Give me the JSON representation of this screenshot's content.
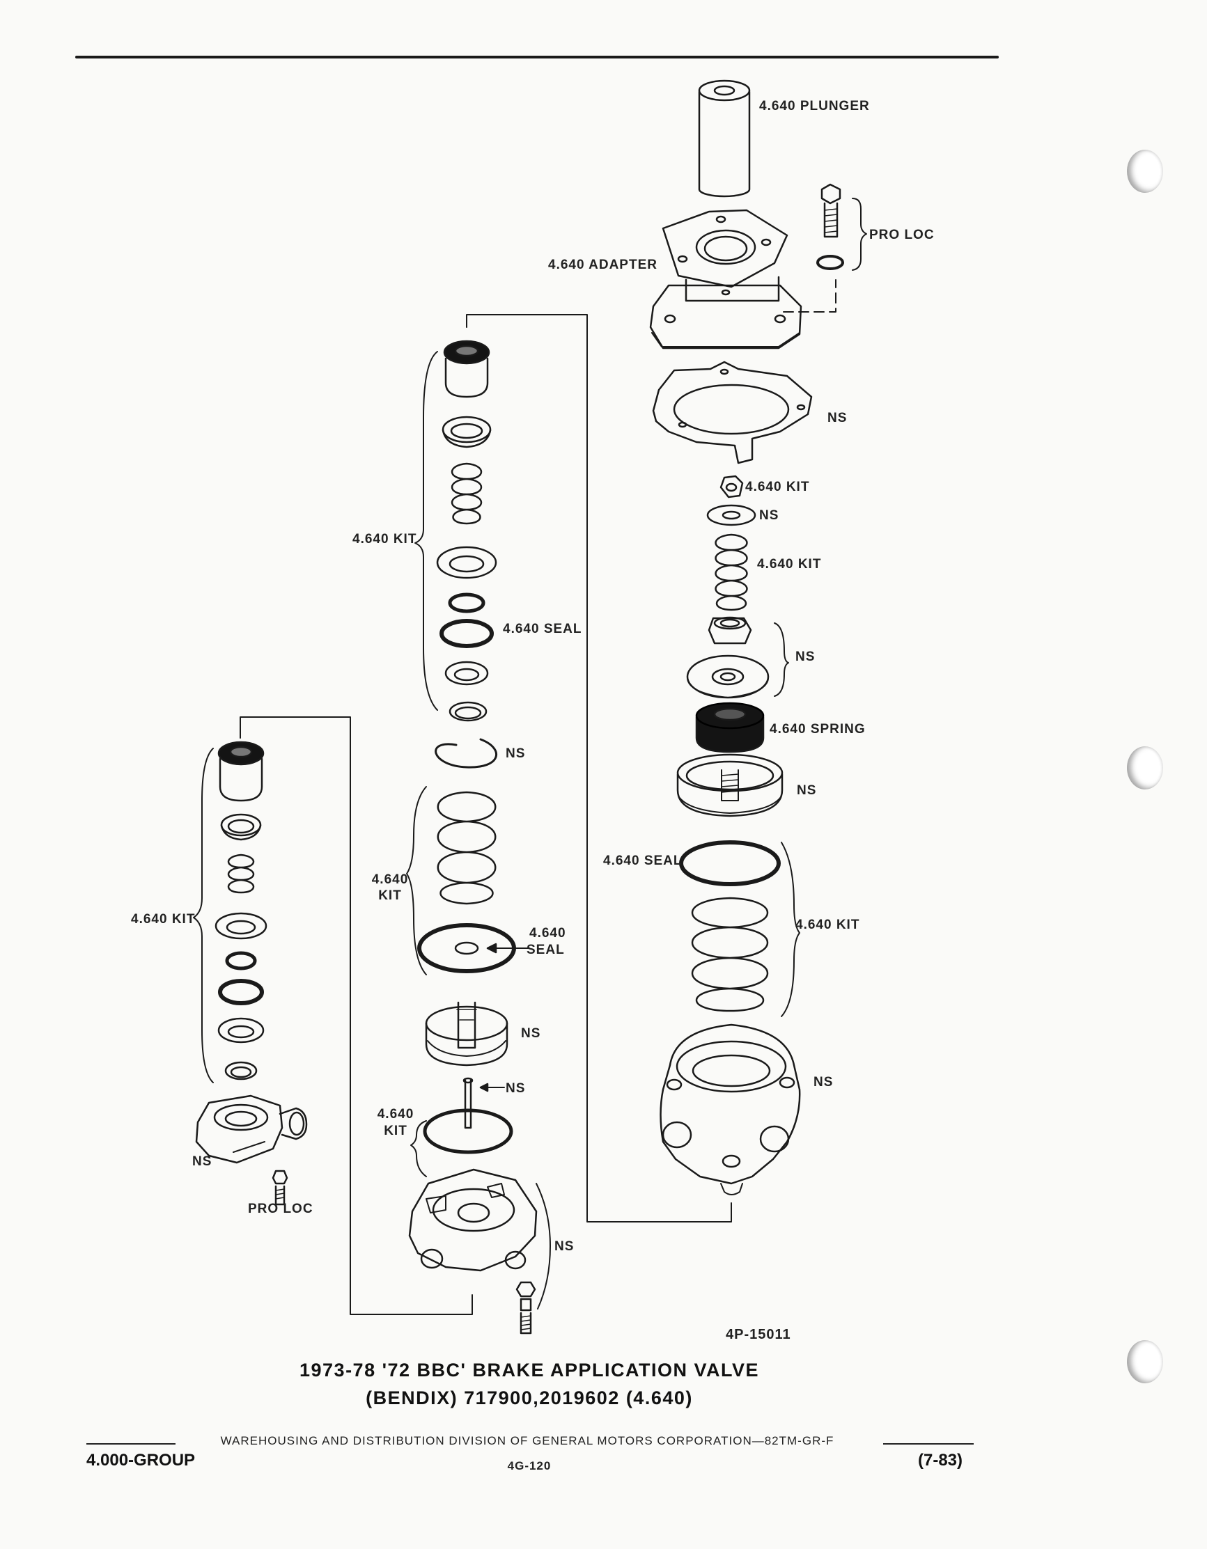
{
  "labels": {
    "plunger": "4.640 PLUNGER",
    "pro_loc_top": "PRO LOC",
    "adapter": "4.640 ADAPTER",
    "ns_plate": "NS",
    "kit_nut": "4.640 KIT",
    "ns_washer": "NS",
    "kit_spring_small": "4.640 KIT",
    "ns_piston_group": "NS",
    "spring_right": "4.640 SPRING",
    "ns_cup": "NS",
    "seal_right": "4.640 SEAL",
    "kit_spring_large": "4.640 KIT",
    "ns_body_right": "NS",
    "kit_middle": "4.640 KIT",
    "seal_middle": "4.640 SEAL",
    "ns_snap_ring": "NS",
    "kit_middle_spring_1": "4.640",
    "kit_middle_spring_2": "KIT",
    "seal_middle_lower_1": "4.640",
    "seal_middle_lower_2": "SEAL",
    "ns_middle_piston": "NS",
    "ns_valve_stem": "NS",
    "kit_middle_valve_1": "4.640",
    "kit_middle_valve_2": "KIT",
    "ns_body_middle": "NS",
    "kit_left": "4.640 KIT",
    "ns_cover_left": "NS",
    "pro_loc_left": "PRO LOC"
  },
  "figure_id": "4P-15011",
  "title_line1": "1973-78 '72 BBC' BRAKE APPLICATION VALVE",
  "title_line2": "(BENDIX) 717900,2019602 (4.640)",
  "footer": {
    "division": "WAREHOUSING AND DISTRIBUTION  DIVISION OF GENERAL MOTORS CORPORATION—82TM-GR-F",
    "group": "4.000-GROUP",
    "page": "4G-120",
    "date": "(7-83)"
  }
}
